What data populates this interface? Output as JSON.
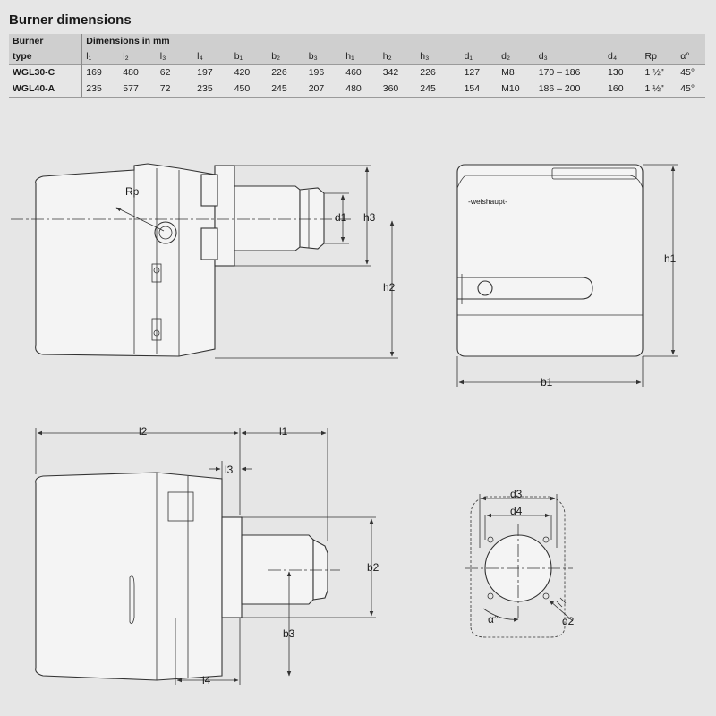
{
  "title": "Burner dimensions",
  "table": {
    "header_row1": {
      "burner": "Burner",
      "group": "Dimensions in mm"
    },
    "header_row2": {
      "type": "type",
      "cols": [
        "l₁",
        "l₂",
        "l₃",
        "l₄",
        "b₁",
        "b₂",
        "b₃",
        "h₁",
        "h₂",
        "h₃",
        "d₁",
        "d₂",
        "d₃",
        "d₄",
        "Rp",
        "α°"
      ]
    },
    "rows": [
      {
        "type": "WGL30-C",
        "values": [
          "169",
          "480",
          "62",
          "197",
          "420",
          "226",
          "196",
          "460",
          "342",
          "226",
          "127",
          "M8",
          "170 – 186",
          "130",
          "1 ½\"",
          "45°"
        ]
      },
      {
        "type": "WGL40-A",
        "values": [
          "235",
          "577",
          "72",
          "235",
          "450",
          "245",
          "207",
          "480",
          "360",
          "245",
          "154",
          "M10",
          "186 – 200",
          "160",
          "1 ½\"",
          "45°"
        ]
      }
    ]
  },
  "labels": {
    "rp": "Rp",
    "d1": "d1",
    "h3": "h3",
    "h2": "h2",
    "h1": "h1",
    "b1": "b1",
    "brand": "-weishaupt-",
    "l2": "l2",
    "l1": "l1",
    "l3": "l3",
    "b2": "b2",
    "b3": "b3",
    "l4": "l4",
    "d3": "d3",
    "d4": "d4",
    "alpha": "α°",
    "d2": "d2"
  }
}
